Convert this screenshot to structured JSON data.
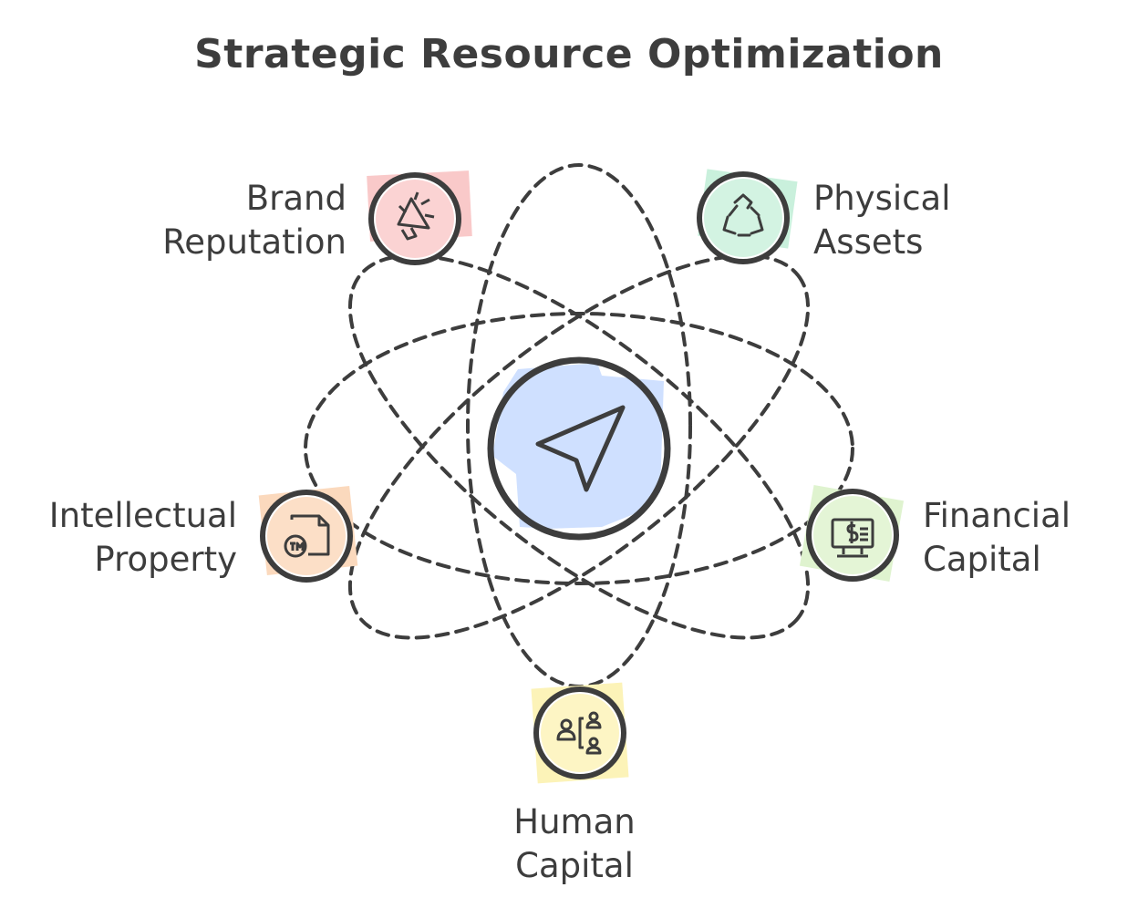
{
  "title": "Strategic Resource Optimization",
  "center": {
    "icon": "navigation-arrow-icon",
    "fill": "#cfe0ff"
  },
  "nodes": [
    {
      "id": "brand-reputation",
      "lines": [
        "Brand",
        "Reputation"
      ],
      "icon": "megaphone-icon",
      "fill": "#f9c9c9"
    },
    {
      "id": "physical-assets",
      "lines": [
        "Physical",
        "Assets"
      ],
      "icon": "recycle-icon",
      "fill": "#c9f0dc"
    },
    {
      "id": "intellectual-property",
      "lines": [
        "Intellectual",
        "Property"
      ],
      "icon": "trademark-document-icon",
      "fill": "#fbd9bd"
    },
    {
      "id": "financial-capital",
      "lines": [
        "Financial",
        "Capital"
      ],
      "icon": "financial-monitor-icon",
      "fill": "#dff3cf"
    },
    {
      "id": "human-capital",
      "lines": [
        "Human",
        "Capital"
      ],
      "icon": "org-people-icon",
      "fill": "#fcf3b8"
    }
  ],
  "colors": {
    "stroke": "#3d3d3d",
    "text": "#3d3d3d"
  }
}
